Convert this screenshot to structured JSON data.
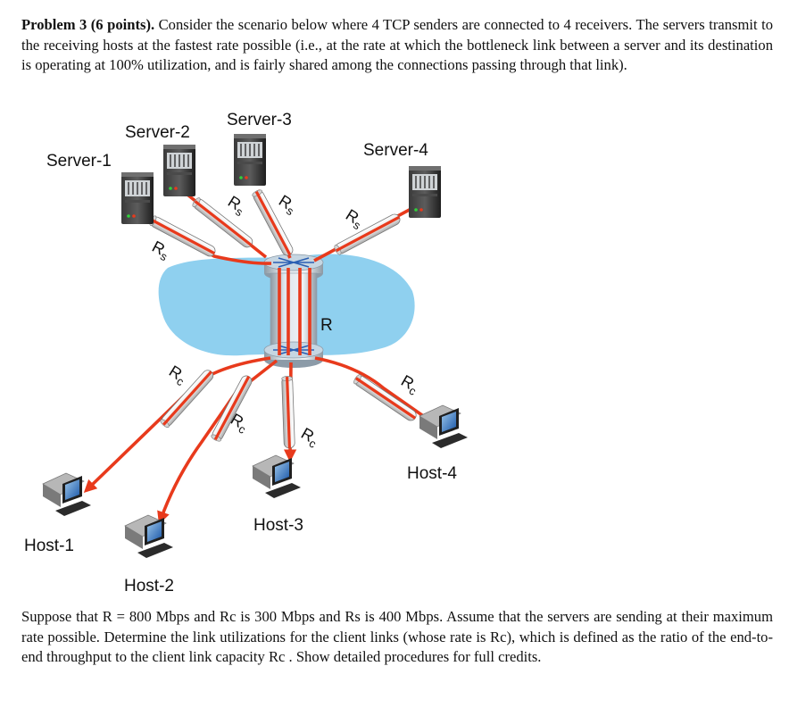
{
  "problem": {
    "heading": "Problem 3 (6 points).",
    "intro": "Consider the scenario below where 4 TCP senders are connected to 4  receivers. The servers transmit to the receiving hosts at the fastest rate possible (i.e., at the rate at which the bottleneck link between a server and its destination is operating at 100% utilization, and is fairly shared among the connections passing through that link).",
    "question": "Suppose that R = 800 Mbps and Rc is 300 Mbps and Rs is 400 Mbps.  Assume that the servers are sending at their maximum rate possible. Determine the link utilizations for the client links (whose rate is Rc), which is defined as the ratio of the end-to-end throughput to the client link capacity Rc . Show detailed procedures for full credits."
  },
  "diagram": {
    "servers": [
      "Server-1",
      "Server-2",
      "Server-3",
      "Server-4"
    ],
    "hosts": [
      "Host-1",
      "Host-2",
      "Host-3",
      "Host-4"
    ],
    "rate_labels": {
      "bottleneck": "R",
      "server_base": "R",
      "server_sub": "s",
      "client_base": "R",
      "client_sub": "c"
    },
    "colors": {
      "flow": "#e83a1c",
      "cloud": "#8fd0ef",
      "router": "#aec4d4"
    }
  }
}
